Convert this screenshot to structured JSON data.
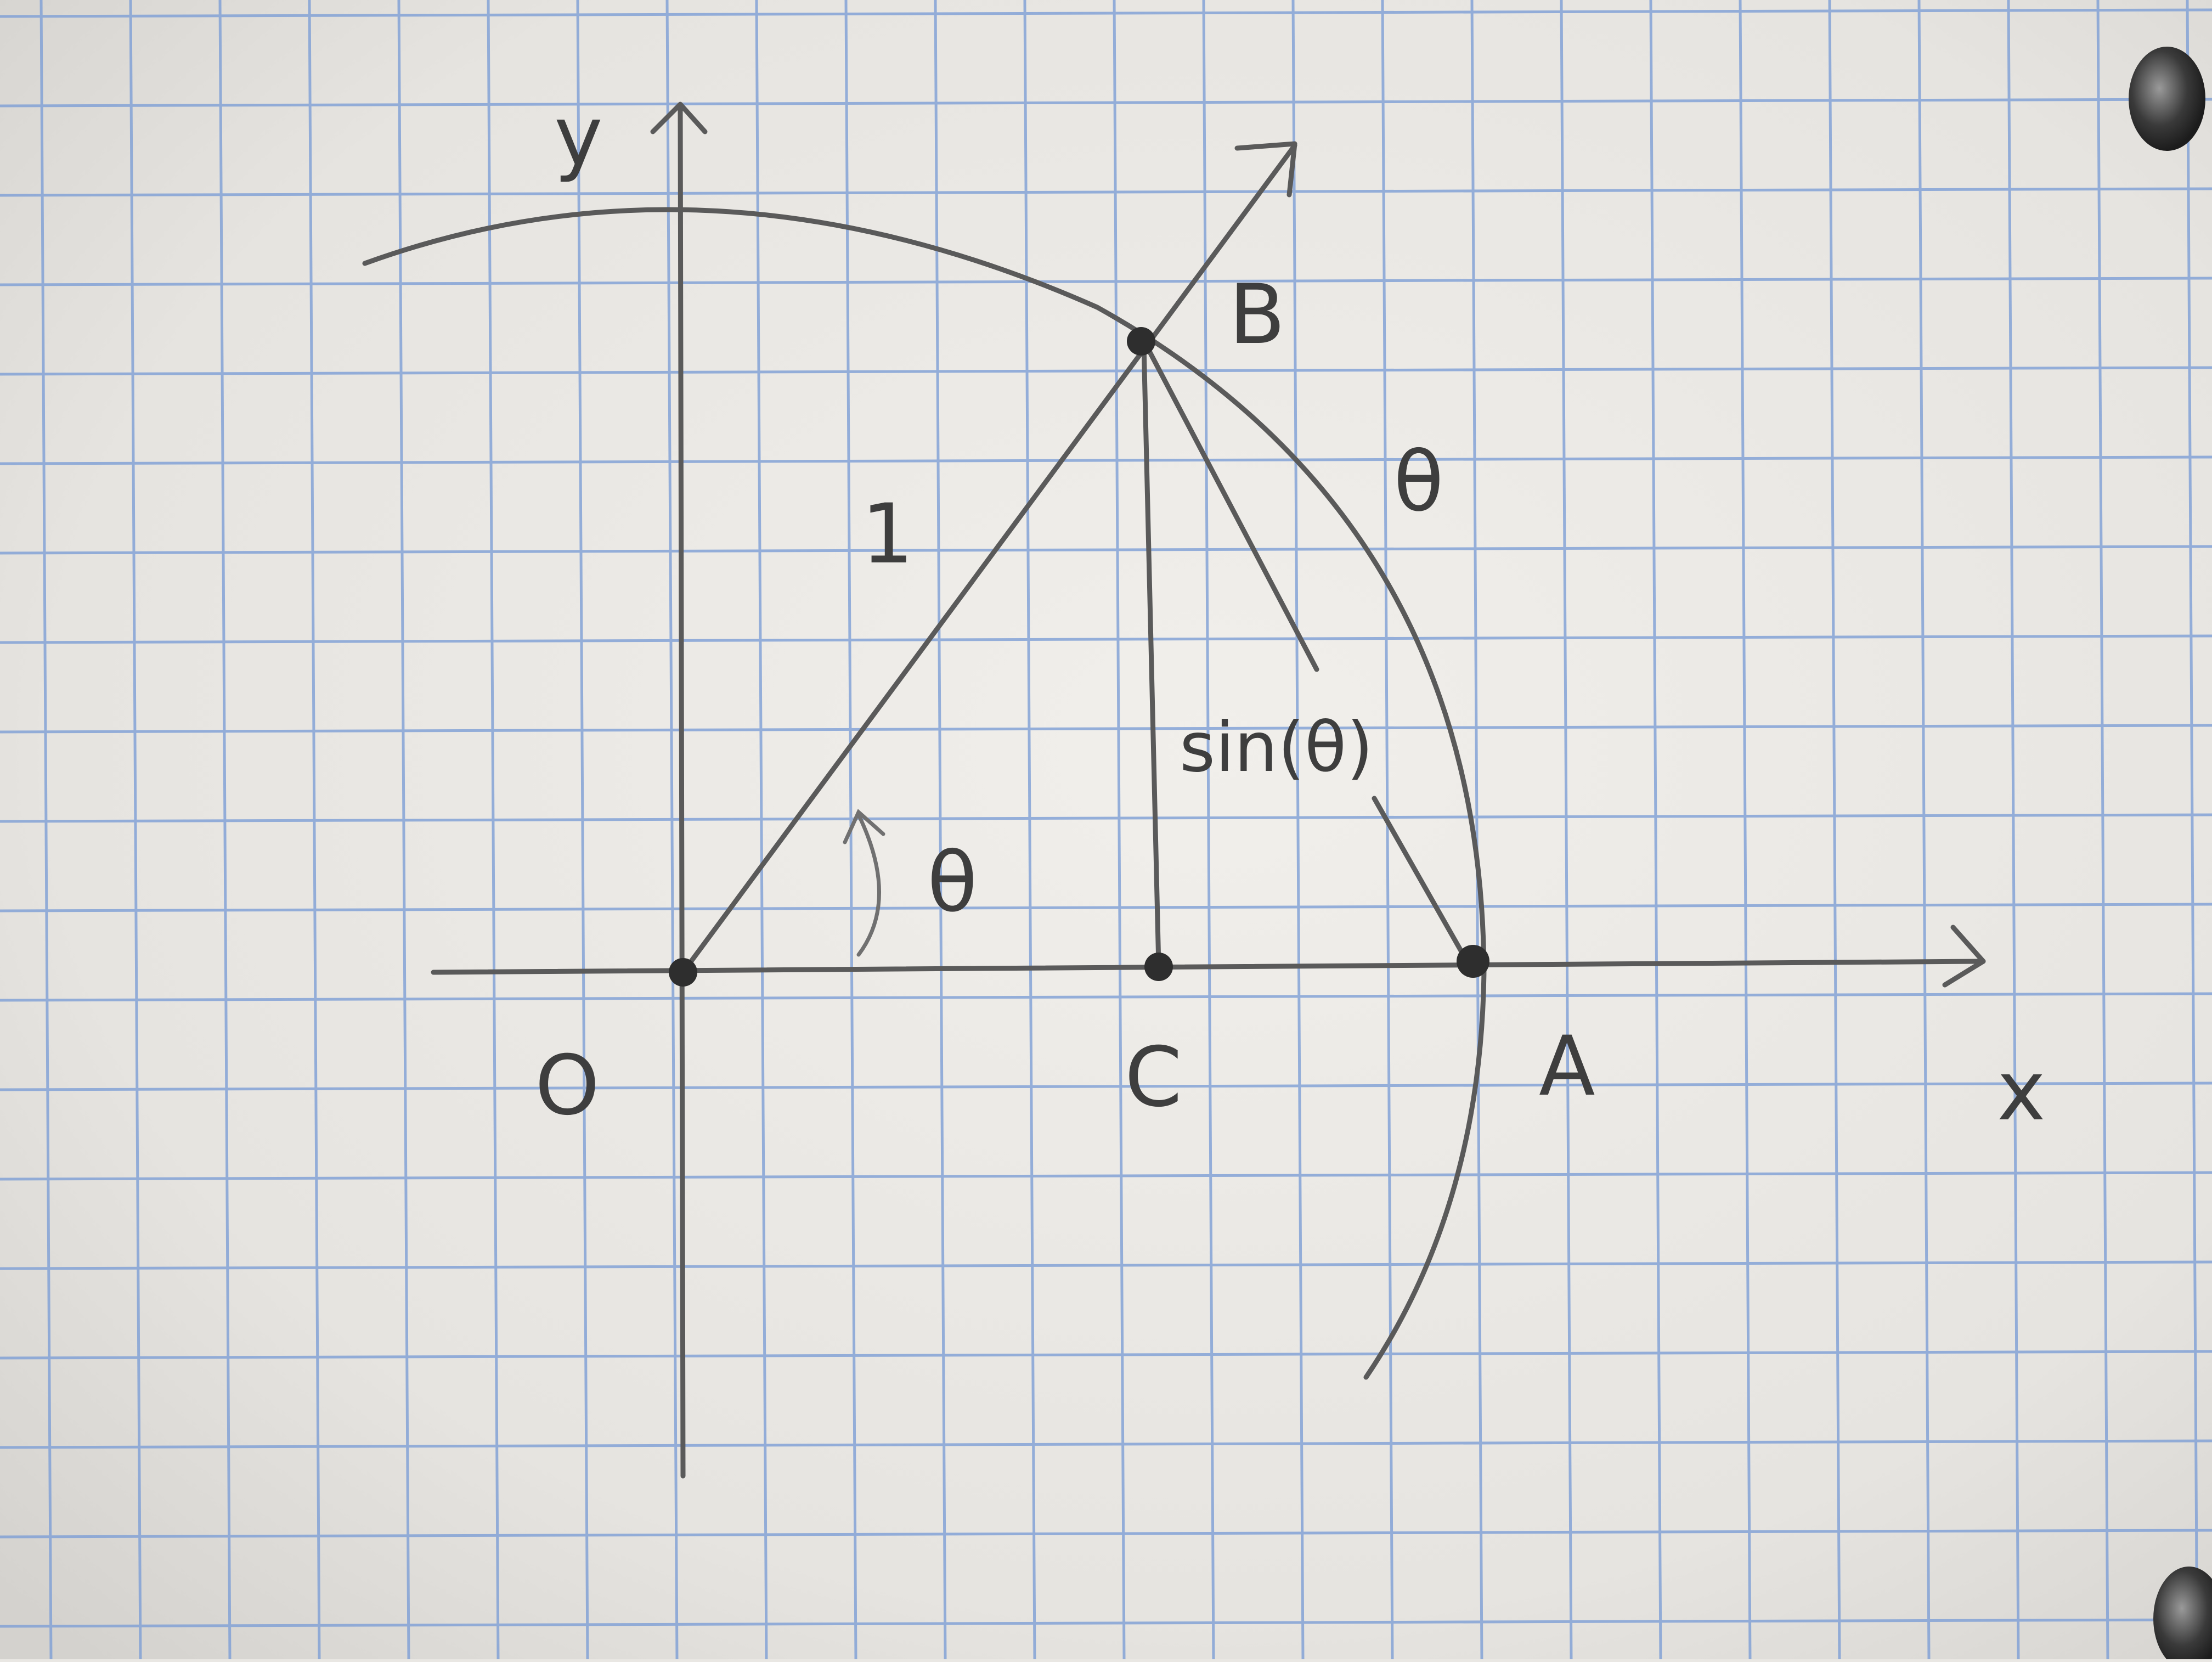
{
  "diagram": {
    "axis_x_label": "x",
    "axis_y_label": "y",
    "points": {
      "origin": "O",
      "circle_x_intercept": "A",
      "point_on_circle": "B",
      "foot_of_perpendicular": "C"
    },
    "radius_label": "1",
    "angle_label": "θ",
    "arc_label": "θ",
    "sine_label": "sin(θ)"
  },
  "colors": {
    "paper": "#e9e7e3",
    "grid": "#7e9fd6",
    "pencil": "#5a5a5a"
  }
}
